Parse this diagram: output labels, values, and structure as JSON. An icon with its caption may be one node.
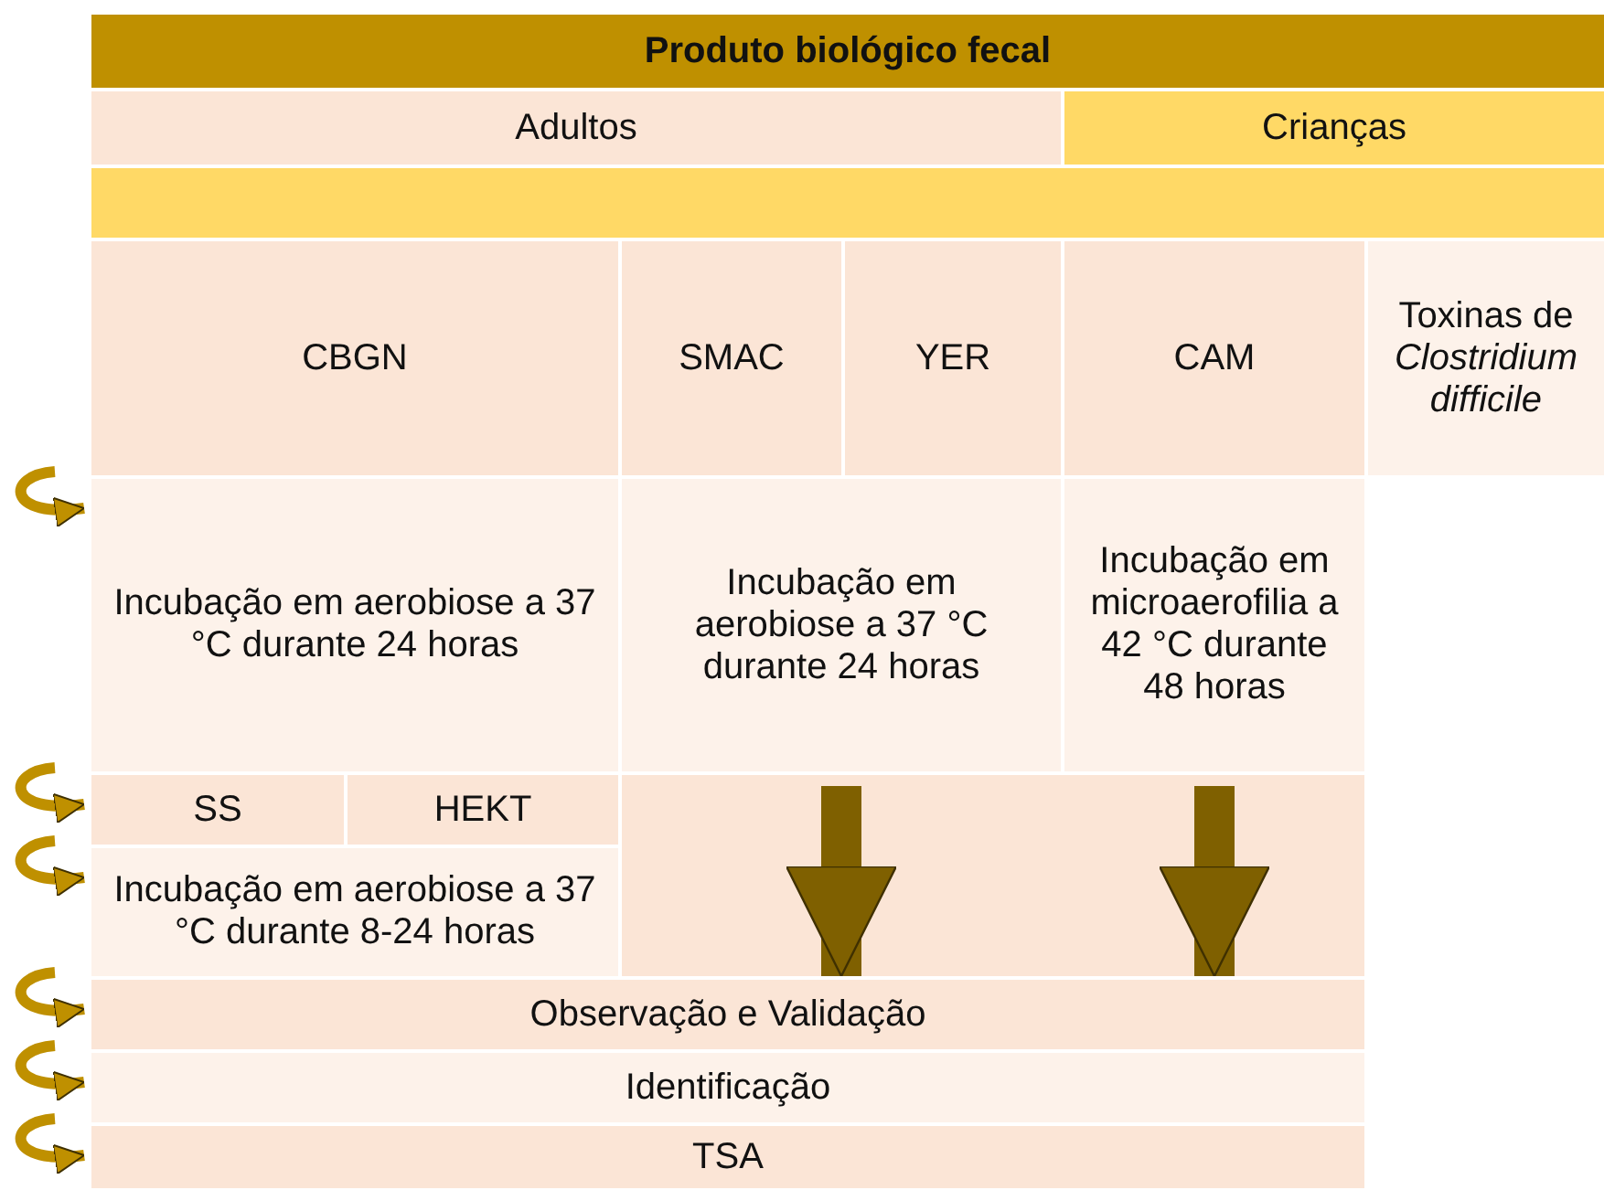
{
  "diagram": {
    "nodes": [
      {
        "text": [
          "Produto biológico fecal"
        ]
      },
      {
        "text": [
          "Adultos"
        ]
      },
      {
        "text": [
          "Crianças"
        ]
      },
      {
        "text": [],
        "shape": "bar"
      },
      {
        "text": [
          "CBGN"
        ]
      },
      {
        "text": [
          "SMAC"
        ]
      },
      {
        "text": [
          "YER"
        ]
      },
      {
        "text": [
          "CAM"
        ]
      },
      {
        "text": [
          "Toxinas de *Clostridium difficile*"
        ]
      },
      {
        "text": [
          "Incubação em aerobiose a 37 °C durante 24 horas"
        ]
      },
      {
        "text": [
          "Incubação em aerobiose a 37 °C durante 24 horas"
        ]
      },
      {
        "text": [
          "Incubação em microaerofilia a 42 °C durante 48 horas"
        ]
      },
      {
        "text": [
          "SS"
        ]
      },
      {
        "text": [
          "HEKT"
        ]
      },
      {
        "text": [
          "Incubação em aerobiose a 37 °C durante 8-24 horas"
        ]
      },
      {
        "text": [
          "Observação e Validação"
        ]
      },
      {
        "text": [
          "Identificação"
        ]
      },
      {
        "text": [
          "TSA"
        ]
      }
    ],
    "edges": [
      {
        "from": null,
        "to": 9,
        "arrow": "to"
      },
      {
        "from": null,
        "to": 12,
        "arrow": "to"
      },
      {
        "from": 10,
        "to": 15,
        "arrow": "to",
        "style": "thick",
        "color": "#7f6000"
      },
      {
        "from": 11,
        "to": 15,
        "arrow": "to",
        "style": "thick",
        "color": "#7f6000"
      },
      {
        "from": null,
        "to": 14,
        "arrow": "to"
      },
      {
        "from": null,
        "to": 15,
        "arrow": "to"
      },
      {
        "from": null,
        "to": 16,
        "arrow": "to"
      },
      {
        "from": null,
        "to": 17,
        "arrow": "to"
      }
    ]
  }
}
